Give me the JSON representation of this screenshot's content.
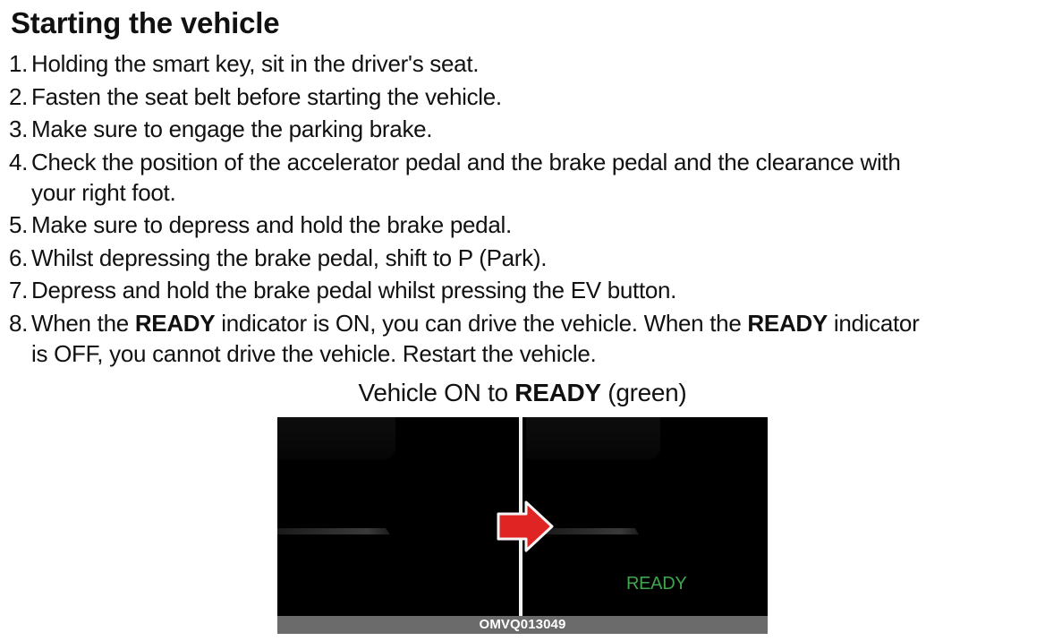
{
  "title": "Starting the vehicle",
  "steps": [
    {
      "num": "1.",
      "text": "Holding the smart key, sit in the driver's seat."
    },
    {
      "num": "2.",
      "text": "Fasten the seat belt before starting the vehicle."
    },
    {
      "num": "3.",
      "text": "Make sure to engage the parking brake."
    },
    {
      "num": "4.",
      "line1": "Check the position of the accelerator pedal and the brake pedal and the clearance with",
      "line2": "your right foot."
    },
    {
      "num": "5.",
      "text": "Make sure to depress and hold the brake pedal."
    },
    {
      "num": "6.",
      "text": "Whilst depressing the brake pedal, shift to P (Park)."
    },
    {
      "num": "7.",
      "text": "Depress and hold the brake pedal whilst pressing the EV button."
    },
    {
      "num": "8.",
      "part1": "When the ",
      "bold1": "READY",
      "part2": " indicator is ON, you can drive the vehicle. When the ",
      "bold2": "READY",
      "part3": " indicator",
      "line2": "is OFF, you cannot drive the vehicle. Restart the vehicle."
    }
  ],
  "caption": {
    "prefix": "Vehicle ON to ",
    "bold": "READY",
    "suffix": " (green)"
  },
  "figure": {
    "ready_indicator": "READY",
    "ready_color": "#3fa64f",
    "arrow_color": "#e02424",
    "arrow_icon": "right-arrow-icon",
    "code": "OMVQ013049"
  }
}
